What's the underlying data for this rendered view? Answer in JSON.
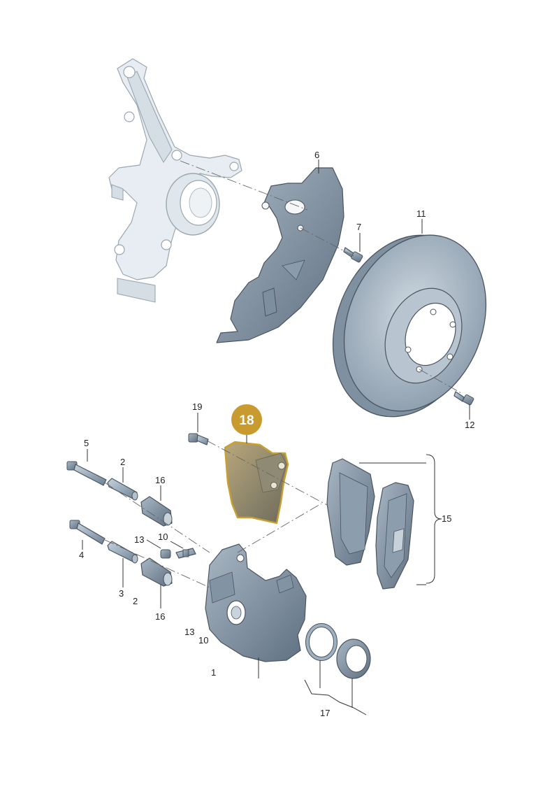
{
  "highlight_color": "#c8a030",
  "highlight_fill": "#c99a2e",
  "part_color": "#9fb0c0",
  "callouts": {
    "n1": "1",
    "n2a": "2",
    "n2b": "2",
    "n3": "3",
    "n4": "4",
    "n5": "5",
    "n6": "6",
    "n7": "7",
    "n10a": "10",
    "n10b": "10",
    "n11": "11",
    "n12": "12",
    "n13a": "13",
    "n13b": "13",
    "n15": "15",
    "n16a": "16",
    "n16b": "16",
    "n17": "17",
    "n18": "18",
    "n19": "19"
  }
}
